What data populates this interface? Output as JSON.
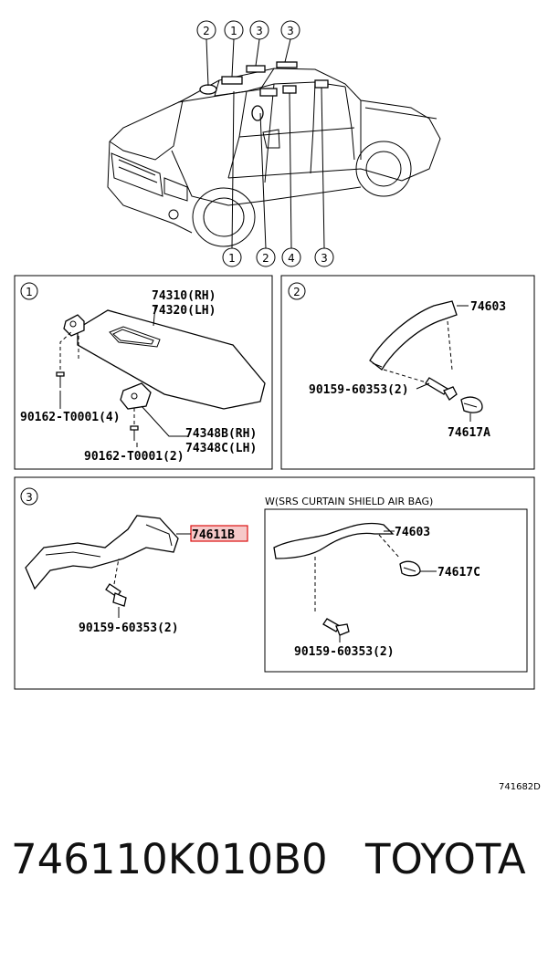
{
  "callouts_top": [
    "2",
    "1",
    "3",
    "3"
  ],
  "callouts_bottom": [
    "1",
    "2",
    "4",
    "3"
  ],
  "panel1": {
    "tag": "1",
    "part_rh": "74310(RH)",
    "part_lh": "74320(LH)",
    "screw1": "90162-T0001(4)",
    "holder_rh": "74348B(RH)",
    "holder_lh": "74348C(LH)",
    "screw2": "90162-T0001(2)"
  },
  "panel2": {
    "tag": "2",
    "grip": "74603",
    "bolt": "90159-60353(2)",
    "cover": "74617A"
  },
  "panel3": {
    "tag": "3",
    "highlighted": "74611B",
    "bolt": "90159-60353(2)",
    "sub_title": "W(SRS CURTAIN SHIELD AIR BAG)",
    "sub_grip": "74603",
    "sub_cover": "74617C",
    "sub_bolt": "90159-60353(2)"
  },
  "colors": {
    "highlight_fill": "#f6c9c9",
    "highlight_stroke": "#d11"
  },
  "diagram_code": "741682D",
  "footer": {
    "part_number": "746110K010B0",
    "brand": "TOYOTA"
  }
}
